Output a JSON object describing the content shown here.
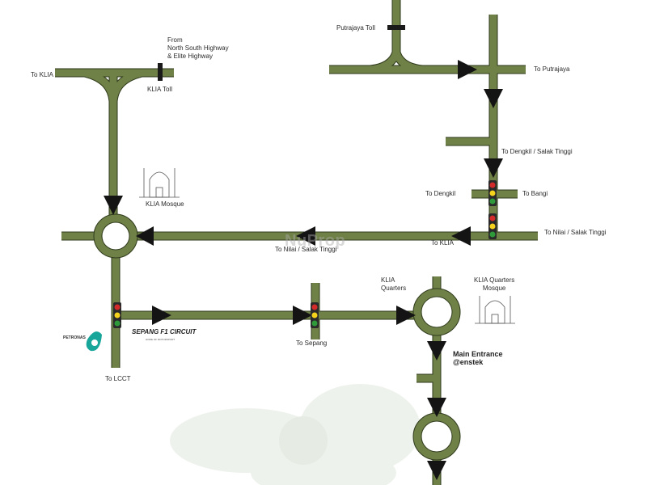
{
  "colors": {
    "road": "#6f8147",
    "road_outline": "#2f3a1c",
    "arrow": "#141414",
    "toll": "#1a1a1a",
    "light_red": "#d32a2a",
    "light_yellow": "#f5d21c",
    "light_green": "#2e9a3a",
    "petronas_green": "#18a59a",
    "flower": "#eef2ec"
  },
  "labels": {
    "to_klia_top": "To KLIA",
    "from_nsh": "From\nNorth South Highway\n& Elite Highway",
    "klia_toll": "KLIA Toll",
    "putrajaya_toll": "Putrajaya Toll",
    "to_putrajaya": "To Putrajaya",
    "to_dengkil_salak": "To Dengkil / Salak Tinggi",
    "to_dengkil": "To Dengkil",
    "to_bangi": "To Bangi",
    "to_nilai_salak_right": "To Nilai / Salak Tinggi",
    "to_klia_mid": "To KLIA",
    "to_nilai_salak_mid": "To Nilai / Salak Tinggi",
    "klia_mosque": "KLIA Mosque",
    "klia_quarters": "KLIA\nQuarters",
    "klia_quarters_mosque": "KLIA Quarters\nMosque",
    "main_entrance": "Main Entrance\n@enstek",
    "to_sepang": "To Sepang",
    "to_lcct": "To LCCT"
  },
  "logos": {
    "petronas": "PETRONAS",
    "sepang_circuit": "SEPANG F1 CIRCUIT",
    "sepang_tagline": "HOME OF MOTORSPORT"
  },
  "watermark": "NuProp"
}
